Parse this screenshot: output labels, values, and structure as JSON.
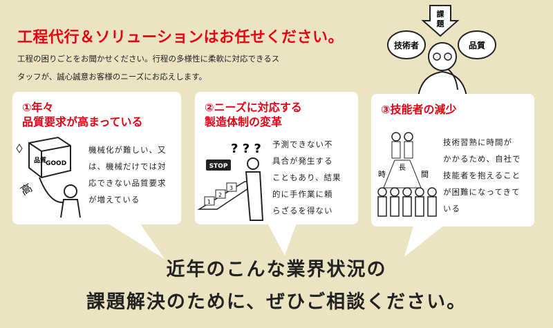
{
  "header": {
    "title": "工程代行＆ソリューションはお任せください。",
    "lead_lines": [
      "工程の困りごとをお聞かせください。行程の多様性に柔軟に対応できるス",
      "タッフが、誠心誠意お客様のニーズにお応えします。"
    ]
  },
  "illustration": {
    "arrow_label": "課題",
    "bubble_left": "技術者",
    "bubble_right": "品質"
  },
  "cards": [
    {
      "title_lines": [
        "①年々",
        "品質要求が高まっている"
      ],
      "body_lines": [
        "機械化が難しい、又",
        "は、機械だけでは対",
        "応できない品質要求",
        "が増えている"
      ],
      "box_labels": [
        "品質",
        "GOOD"
      ],
      "side_label": "高"
    },
    {
      "title_lines": [
        "②ニーズに対応する",
        "製造体制の変革"
      ],
      "body_lines": [
        "予測できない不",
        "具合が発生する",
        "こともあり、結果",
        "的に手作業に頼",
        "らざるを得ない"
      ],
      "stop_label": "STOP",
      "step_labels": [
        "1",
        "2",
        "3"
      ],
      "question_marks": "? ? ?"
    },
    {
      "title_lines": [
        "③技能者の減少"
      ],
      "body_lines": [
        "技術習熟に時間が",
        "かかるため、自社で",
        "技能者を抱えること",
        "が困難になってきて",
        "いる"
      ],
      "time_labels": [
        "時",
        "長",
        "間"
      ]
    }
  ],
  "closing": {
    "line1": "近年のこんな業界状況の",
    "line2": "課題解決のために、ぜひご相談ください。"
  },
  "colors": {
    "accent": "#e60012",
    "background": "#ebe4c3"
  }
}
